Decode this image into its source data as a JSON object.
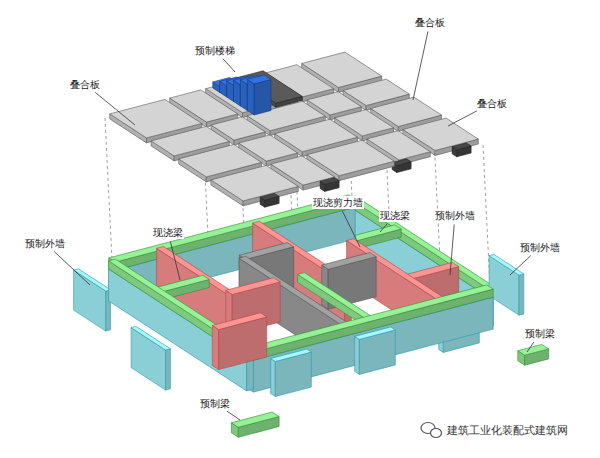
{
  "diagram": {
    "labels": [
      "叠合板",
      "预制楼梯",
      "叠合板",
      "叠合板",
      "现浇剪力墙",
      "现浇梁",
      "预制外墙",
      "现浇梁",
      "预制外墙",
      "预制外墙",
      "预制梁",
      "预制梁",
      "建筑工业化装配式建筑网"
    ]
  }
}
